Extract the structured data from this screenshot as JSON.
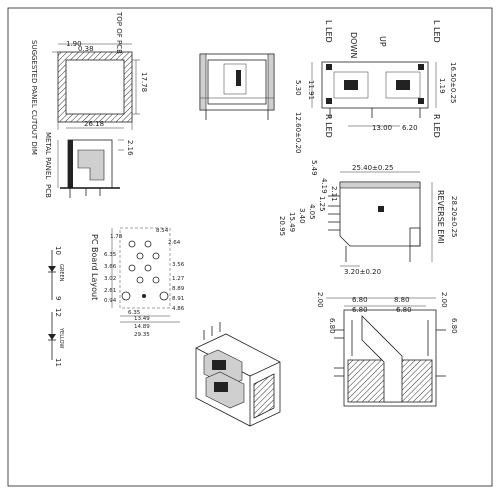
{
  "panel_cutout": {
    "label": "SUGGESTED PANEL CUTOUT DIM",
    "top_of_pcb": "TOP OF PCB",
    "dim_top": "1.90",
    "dim_side": "0.38",
    "dim_height": "17.78",
    "dim_width": "26.18",
    "metal_panel": "METAL PANEL",
    "pcb": "PCB",
    "dim_small": "2.16"
  },
  "front_view": {
    "l_led": "L LED",
    "down": "DOWN",
    "up": "UP",
    "r_led": "R LED",
    "dim_1": "16.50±0.25",
    "dim_2": "1.19",
    "dim_3": "11.91",
    "dim_4": "5.30",
    "dim_5": "12.60±0.20",
    "dim_6": "13.00",
    "dim_7": "6.20"
  },
  "side_view": {
    "dim_width": "25.40±0.25",
    "dim_height": "28.20±0.25",
    "reverse_emi": "REVERSE EMI",
    "dims": [
      "5.49",
      "4.19",
      "2.11",
      "1.25",
      "4.05",
      "3.40",
      "15.49",
      "20.95"
    ],
    "dim_bottom": "3.20±0.20"
  },
  "board_layout": {
    "title": "PC Board Layout",
    "dims": [
      "8.54",
      "2.64",
      "3.56",
      "1.78",
      "6.35",
      "3.66",
      "3.02",
      "1.27",
      "8.89",
      "2.61",
      "0.94",
      "6.35",
      "13.49",
      "8.91",
      "14.89",
      "4.86",
      "29.35"
    ]
  },
  "schematic": {
    "pin_labels": [
      "10",
      "9",
      "12",
      "11"
    ],
    "led_labels": [
      "GREEN",
      "YELLOW"
    ]
  },
  "bottom_view": {
    "dims": [
      "6.80",
      "8.80",
      "6.80",
      "6.80",
      "2.00",
      "2.00",
      "6.80",
      "6.80"
    ]
  }
}
